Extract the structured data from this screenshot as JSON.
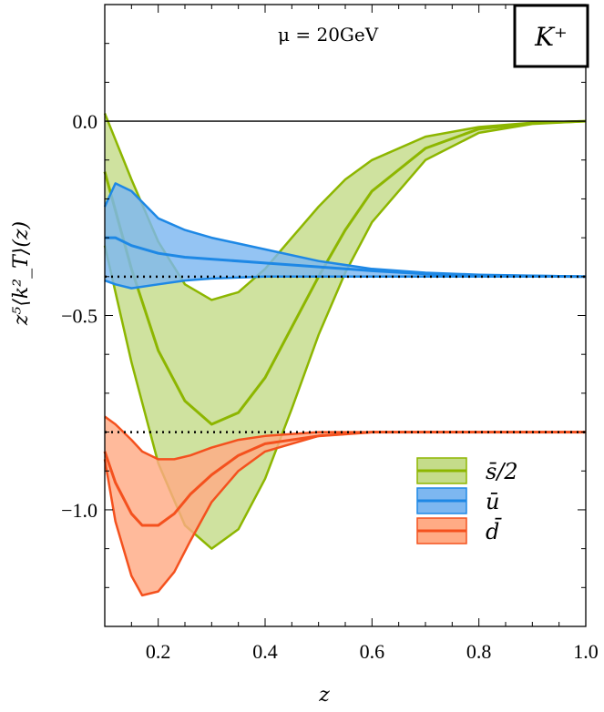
{
  "chart_data": {
    "type": "area",
    "title": "",
    "xlabel": "z",
    "ylabel": "z⁵⟨k²_T⟩(z)",
    "xlim": [
      0.1,
      1.0
    ],
    "ylim": [
      -1.3,
      0.3
    ],
    "x_ticks": [
      0.2,
      0.4,
      0.6,
      0.8,
      1.0
    ],
    "x_tick_labels": [
      "0.2",
      "0.4",
      "0.6",
      "0.8",
      "1.0"
    ],
    "y_ticks": [
      0.0,
      -0.5,
      -1.0
    ],
    "y_tick_labels": [
      "0.0",
      "−0.5",
      "−1.0"
    ],
    "annotation": "μ = 20GeV",
    "hadron_label": "K⁺",
    "reference_lines": [
      0.0,
      -0.4,
      -0.8
    ],
    "legend_position": "bottom-right",
    "series": [
      {
        "name": "s̄/2",
        "color": "#8DB600",
        "fill": "#C5DC8A",
        "x": [
          0.1,
          0.15,
          0.2,
          0.25,
          0.3,
          0.35,
          0.4,
          0.45,
          0.5,
          0.55,
          0.6,
          0.7,
          0.8,
          0.9,
          1.0
        ],
        "upper": [
          0.02,
          -0.15,
          -0.31,
          -0.42,
          -0.46,
          -0.44,
          -0.38,
          -0.3,
          -0.22,
          -0.15,
          -0.1,
          -0.04,
          -0.015,
          -0.004,
          0.0
        ],
        "central": [
          -0.13,
          -0.38,
          -0.59,
          -0.72,
          -0.78,
          -0.75,
          -0.66,
          -0.53,
          -0.4,
          -0.28,
          -0.18,
          -0.07,
          -0.02,
          -0.005,
          0.0
        ],
        "lower": [
          -0.32,
          -0.62,
          -0.88,
          -1.04,
          -1.1,
          -1.05,
          -0.92,
          -0.74,
          -0.55,
          -0.39,
          -0.26,
          -0.1,
          -0.03,
          -0.007,
          0.0
        ]
      },
      {
        "name": "ū",
        "color": "#1E88E5",
        "fill": "#7DB7F0",
        "x": [
          0.1,
          0.12,
          0.15,
          0.2,
          0.25,
          0.3,
          0.4,
          0.5,
          0.6,
          0.7,
          0.8,
          1.0
        ],
        "upper": [
          -0.22,
          -0.16,
          -0.18,
          -0.25,
          -0.28,
          -0.3,
          -0.33,
          -0.36,
          -0.38,
          -0.39,
          -0.395,
          -0.4
        ],
        "central": [
          -0.3,
          -0.3,
          -0.32,
          -0.34,
          -0.35,
          -0.355,
          -0.365,
          -0.375,
          -0.385,
          -0.393,
          -0.397,
          -0.4
        ],
        "lower": [
          -0.41,
          -0.42,
          -0.43,
          -0.42,
          -0.41,
          -0.405,
          -0.4,
          -0.4,
          -0.4,
          -0.4,
          -0.4,
          -0.4
        ]
      },
      {
        "name": "d̄",
        "color": "#F4511E",
        "fill": "#FFAB85",
        "x": [
          0.1,
          0.12,
          0.15,
          0.17,
          0.2,
          0.23,
          0.26,
          0.3,
          0.35,
          0.4,
          0.5,
          0.6,
          0.7,
          0.8,
          1.0
        ],
        "upper": [
          -0.76,
          -0.78,
          -0.82,
          -0.85,
          -0.87,
          -0.87,
          -0.86,
          -0.84,
          -0.82,
          -0.81,
          -0.8,
          -0.8,
          -0.8,
          -0.8,
          -0.8
        ],
        "central": [
          -0.85,
          -0.93,
          -1.01,
          -1.04,
          -1.04,
          -1.01,
          -0.96,
          -0.91,
          -0.86,
          -0.83,
          -0.81,
          -0.8,
          -0.8,
          -0.8,
          -0.8
        ],
        "lower": [
          -0.87,
          -1.03,
          -1.17,
          -1.22,
          -1.21,
          -1.16,
          -1.08,
          -0.98,
          -0.9,
          -0.85,
          -0.81,
          -0.8,
          -0.8,
          -0.8,
          -0.8
        ]
      }
    ]
  }
}
